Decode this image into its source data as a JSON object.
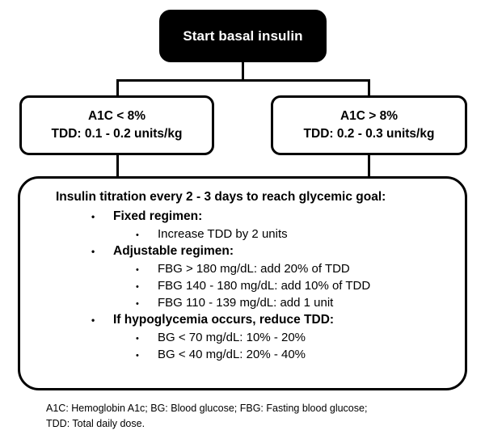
{
  "diagram": {
    "start_box": {
      "label": "Start basal insulin",
      "bg_color": "#000000",
      "text_color": "#ffffff"
    },
    "branches": [
      {
        "line1": "A1C < 8%",
        "line2": "TDD: 0.1 - 0.2 units/kg"
      },
      {
        "line1": "A1C > 8%",
        "line2": "TDD: 0.2 - 0.3 units/kg"
      }
    ],
    "titration": {
      "heading": "Insulin titration every 2 - 3 days to reach glycemic goal:",
      "bullet_glyph": "•",
      "sections": [
        {
          "label": "Fixed regimen:",
          "items": [
            "Increase TDD by 2 units"
          ]
        },
        {
          "label": "Adjustable regimen:",
          "items": [
            "FBG > 180 mg/dL: add 20% of TDD",
            "FBG 140 - 180 mg/dL: add 10% of TDD",
            "FBG 110 - 139 mg/dL: add 1 unit"
          ]
        },
        {
          "label": "If hypoglycemia occurs, reduce TDD:",
          "items": [
            "BG < 70 mg/dL: 10% - 20%",
            "BG < 40 mg/dL: 20% - 40%"
          ]
        }
      ]
    },
    "footnote": {
      "line1": "A1C: Hemoglobin A1c; BG: Blood glucose; FBG: Fasting blood glucose;",
      "line2": "TDD: Total daily dose."
    }
  }
}
